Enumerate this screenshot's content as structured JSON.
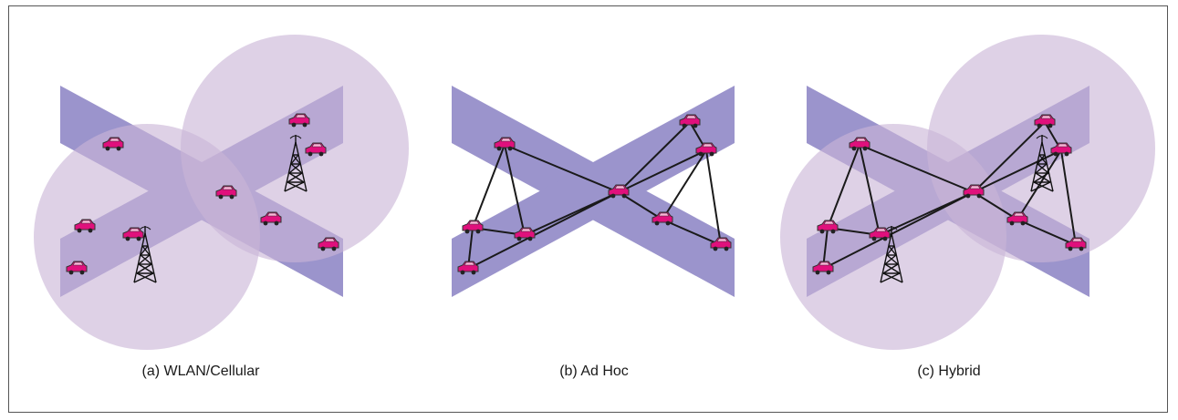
{
  "colors": {
    "road": "#9b94cc",
    "coverage": "#c9b5d6",
    "car_body": "#e0107c",
    "car_outline": "#333333",
    "link": "#1a1a1a"
  },
  "panels": [
    {
      "id": "a",
      "caption": "(a) WLAN/Cellular",
      "mode": "wlan"
    },
    {
      "id": "b",
      "caption": "(b) Ad Hoc",
      "mode": "adhoc"
    },
    {
      "id": "c",
      "caption": "(c) Hybrid",
      "mode": "hybrid"
    }
  ],
  "icons": [
    "car-icon",
    "cell-tower-icon"
  ]
}
